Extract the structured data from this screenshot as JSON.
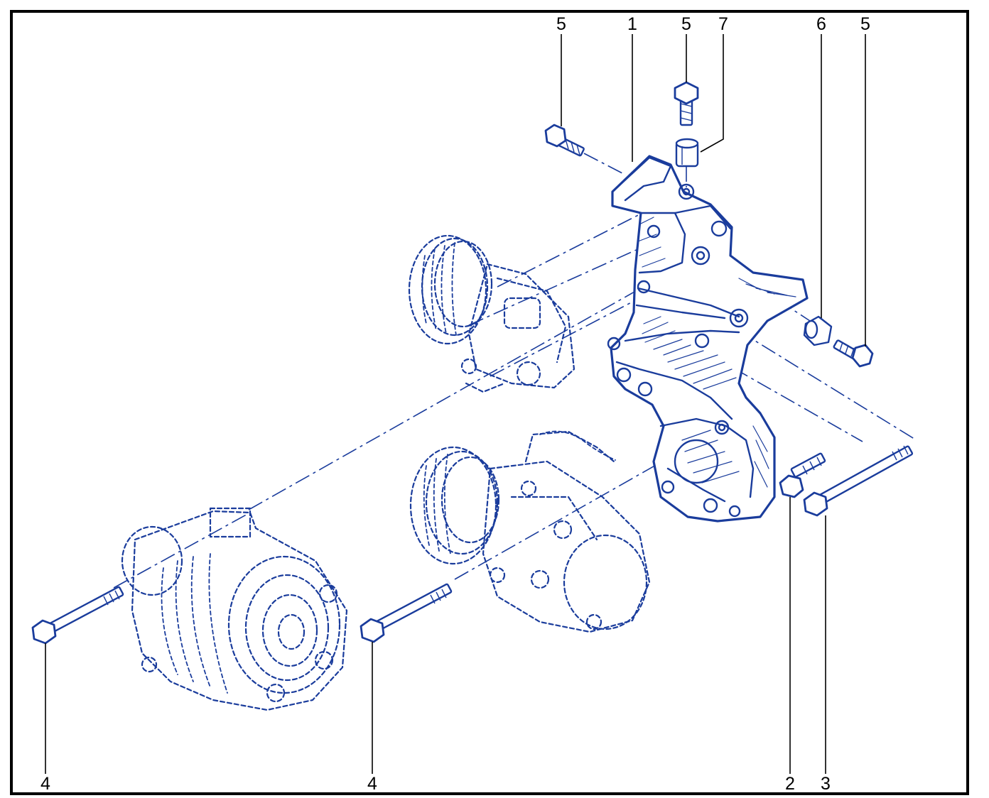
{
  "callouts": {
    "top_5_left": "5",
    "top_1": "1",
    "top_5_mid": "5",
    "top_7": "7",
    "top_6": "6",
    "top_5_right": "5",
    "bottom_4_left": "4",
    "bottom_4_mid": "4",
    "bottom_2": "2",
    "bottom_3": "3"
  },
  "colors": {
    "line": "#1a3c9c",
    "frame": "#000000",
    "background": "#ffffff"
  }
}
